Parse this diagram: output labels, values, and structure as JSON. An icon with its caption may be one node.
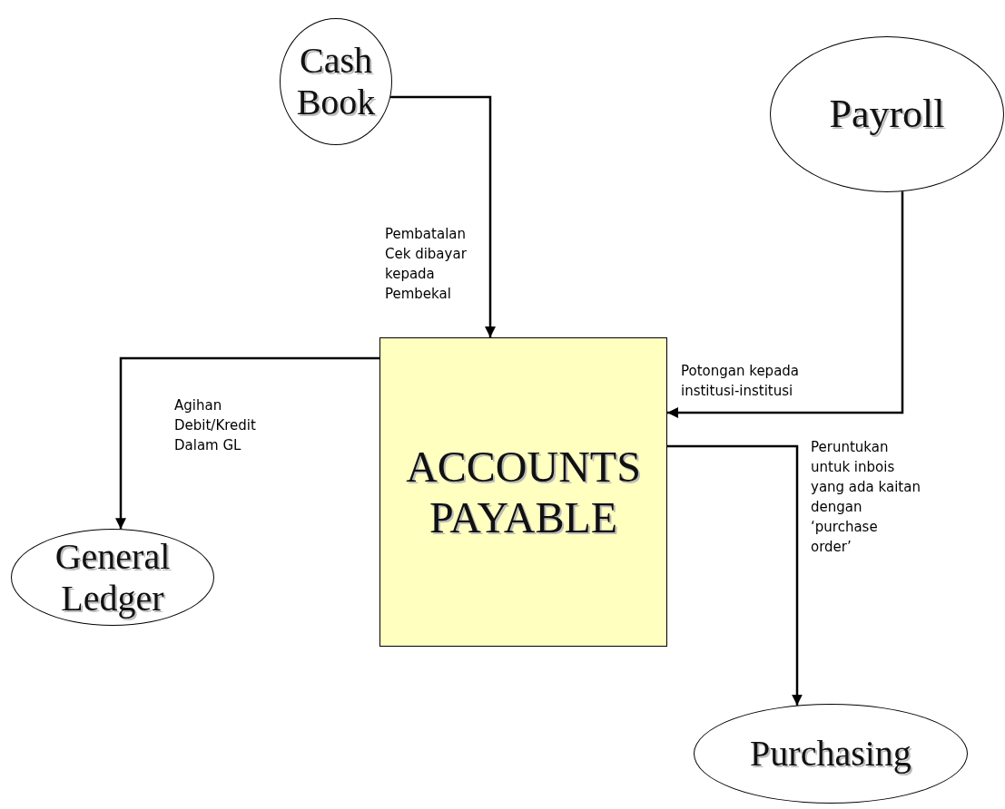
{
  "diagram": {
    "nodes": [
      {
        "text": [
          "Cash Book"
        ]
      },
      {
        "text": [
          "Payroll"
        ]
      },
      {
        "text": [
          "ACCOUNTS PAYABLE"
        ]
      },
      {
        "text": [
          "General Ledger"
        ]
      },
      {
        "text": [
          "Purchasing"
        ]
      }
    ],
    "edges": [
      {
        "from": 0,
        "to": 2,
        "arrow": "to",
        "label": "Pembatalan Cek dibayar kepada Pembekal"
      },
      {
        "from": 1,
        "to": 2,
        "arrow": "to",
        "label": "Potongan kepada institusi-institusi"
      },
      {
        "from": 2,
        "to": 3,
        "arrow": "to",
        "label": "Agihan Debit/Kredit Dalam GL"
      },
      {
        "from": 2,
        "to": 4,
        "arrow": "to",
        "label": "Peruntukan untuk inbois yang ada kaitan dengan ‘purchase order’"
      }
    ]
  }
}
